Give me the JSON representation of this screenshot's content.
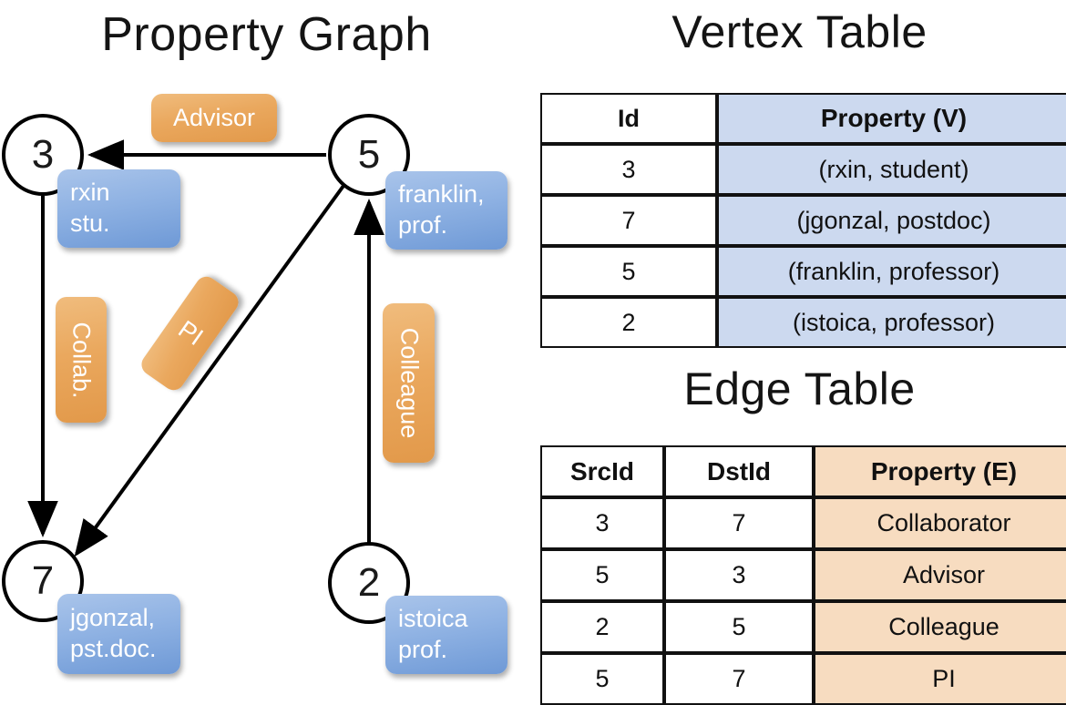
{
  "titles": {
    "property_graph": "Property Graph",
    "vertex_table": "Vertex Table",
    "edge_table": "Edge Table"
  },
  "graph": {
    "nodes": [
      {
        "id": "3",
        "property_line1": "rxin",
        "property_line2": "stu."
      },
      {
        "id": "5",
        "property_line1": "franklin,",
        "property_line2": "prof."
      },
      {
        "id": "7",
        "property_line1": "jgonzal,",
        "property_line2": "pst.doc."
      },
      {
        "id": "2",
        "property_line1": "istoica",
        "property_line2": "prof."
      }
    ],
    "edge_labels": [
      {
        "name": "advisor",
        "text": "Advisor"
      },
      {
        "name": "collab",
        "text": "Collab."
      },
      {
        "name": "pi",
        "text": "PI"
      },
      {
        "name": "colleague",
        "text": "Colleague"
      }
    ]
  },
  "vertex_table": {
    "headers": [
      "Id",
      "Property (V)"
    ],
    "rows": [
      [
        "3",
        "(rxin, student)"
      ],
      [
        "7",
        "(jgonzal, postdoc)"
      ],
      [
        "5",
        "(franklin, professor)"
      ],
      [
        "2",
        "(istoica, professor)"
      ]
    ]
  },
  "edge_table": {
    "headers": [
      "SrcId",
      "DstId",
      "Property (E)"
    ],
    "rows": [
      [
        "3",
        "7",
        "Collaborator"
      ],
      [
        "5",
        "3",
        "Advisor"
      ],
      [
        "2",
        "5",
        "Colleague"
      ],
      [
        "5",
        "7",
        "PI"
      ]
    ]
  },
  "colors": {
    "vertex_property_fill": "#ccd9ef",
    "edge_property_fill": "#f7dcc0",
    "vertex_box": "#8fb2e3",
    "edge_box": "#eaa85e"
  }
}
